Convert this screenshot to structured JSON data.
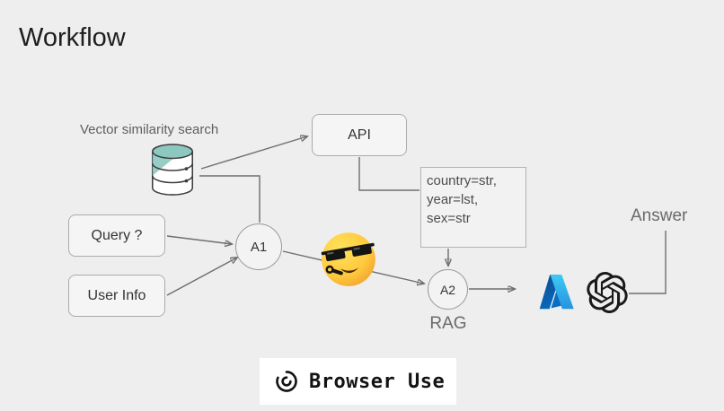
{
  "title": "Workflow",
  "labels": {
    "vector_search": "Vector similarity search",
    "rag": "RAG",
    "answer": "Answer"
  },
  "nodes": {
    "api": "API",
    "query": "Query ?",
    "user_info": "User Info",
    "agent1": "A1",
    "agent2": "A2"
  },
  "params": {
    "line1": "country=str,",
    "line2": "year=lst,",
    "line3": "sex=str"
  },
  "icons": {
    "database": "database-cylinder-icon",
    "emoji": "smiling-face-sunglasses-emoji",
    "azure": "azure-logo",
    "openai": "openai-logo",
    "brand": "browser-use-logo"
  },
  "footer": {
    "brand_name": "Browser Use"
  },
  "colors": {
    "background": "#eeeeee",
    "node_fill": "#f5f5f5",
    "node_border": "#ababab",
    "connector": "#6e6e6e",
    "teal": "#8cc8bf",
    "azure_blue_dark": "#114a8b",
    "azure_blue_light": "#3ccbf4",
    "emoji_yellow": "#ffc83d",
    "text_muted": "#5f5f5f"
  }
}
